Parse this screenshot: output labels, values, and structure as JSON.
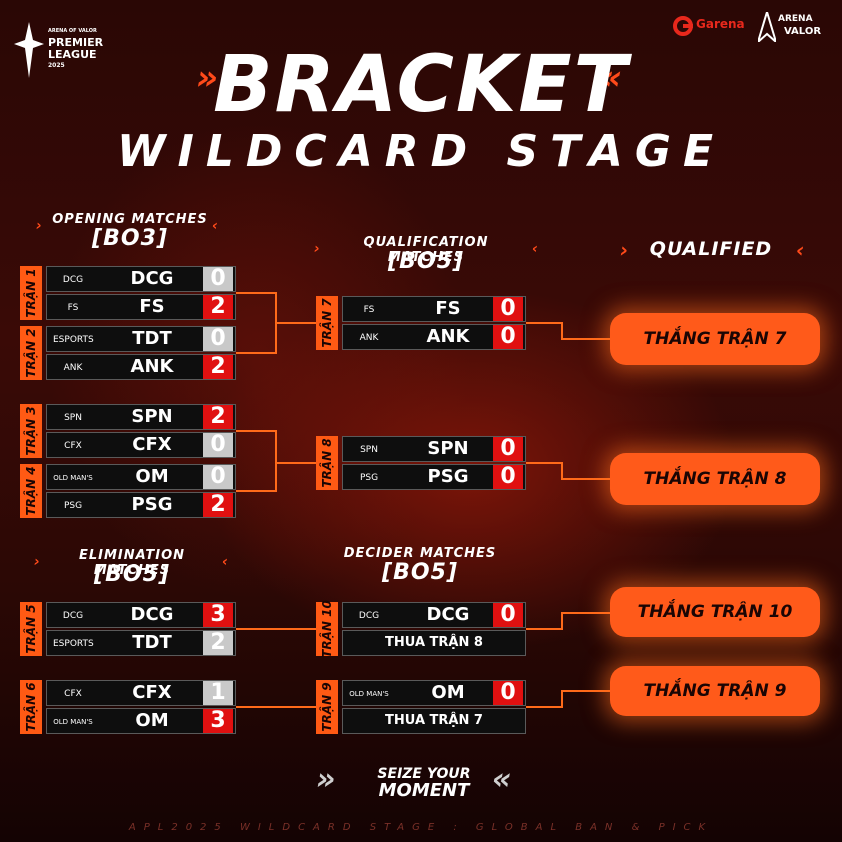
{
  "header": {
    "league_lines": [
      "ARENA OF VALOR",
      "PREMIER",
      "LEAGUE",
      "2025"
    ],
    "garena": "Garena",
    "aov_logo": [
      "ARENA",
      "VALOR"
    ],
    "title": "BRACKET",
    "subtitle": "WILDCARD STAGE"
  },
  "sections": {
    "opening": {
      "title": "OPENING MATCHES",
      "format": "[BO3]"
    },
    "qualification": {
      "title": "QUALIFICATION MATCHES",
      "format": "[BO5]"
    },
    "qualified": {
      "title": "QUALIFIED"
    },
    "elimination": {
      "title": "ELIMINATION MATCHES",
      "format": "[BO5]"
    },
    "decider": {
      "title": "DECIDER MATCHES",
      "format": "[BO5]"
    }
  },
  "matches": {
    "m1": {
      "label": "TRẬN 1",
      "teams": [
        {
          "name": "DCG",
          "logo": "DCG",
          "score": "0"
        },
        {
          "name": "FS",
          "logo": "FS",
          "score": "2"
        }
      ]
    },
    "m2": {
      "label": "TRẬN 2",
      "teams": [
        {
          "name": "TDT",
          "logo": "ESPORTS",
          "score": "0"
        },
        {
          "name": "ANK",
          "logo": "ANK",
          "score": "2"
        }
      ]
    },
    "m3": {
      "label": "TRẬN 3",
      "teams": [
        {
          "name": "SPN",
          "logo": "SPN",
          "score": "2"
        },
        {
          "name": "CFX",
          "logo": "CFX",
          "score": "0"
        }
      ]
    },
    "m4": {
      "label": "TRẬN 4",
      "teams": [
        {
          "name": "OM",
          "logo": "OLD MAN'S",
          "score": "0"
        },
        {
          "name": "PSG",
          "logo": "PSG",
          "score": "2"
        }
      ]
    },
    "m5": {
      "label": "TRẬN 5",
      "teams": [
        {
          "name": "DCG",
          "logo": "DCG",
          "score": "3"
        },
        {
          "name": "TDT",
          "logo": "ESPORTS",
          "score": "2"
        }
      ]
    },
    "m6": {
      "label": "TRẬN 6",
      "teams": [
        {
          "name": "CFX",
          "logo": "CFX",
          "score": "1"
        },
        {
          "name": "OM",
          "logo": "OLD MAN'S",
          "score": "3"
        }
      ]
    },
    "m7": {
      "label": "TRẬN 7",
      "teams": [
        {
          "name": "FS",
          "logo": "FS",
          "score": "0"
        },
        {
          "name": "ANK",
          "logo": "ANK",
          "score": "0"
        }
      ]
    },
    "m8": {
      "label": "TRẬN 8",
      "teams": [
        {
          "name": "SPN",
          "logo": "SPN",
          "score": "0"
        },
        {
          "name": "PSG",
          "logo": "PSG",
          "score": "0"
        }
      ]
    },
    "m10": {
      "label": "TRẬN 10",
      "team": {
        "name": "DCG",
        "logo": "DCG",
        "score": "0"
      },
      "placeholder": "THUA TRẬN 8"
    },
    "m9": {
      "label": "TRẬN 9",
      "team": {
        "name": "OM",
        "logo": "OLD MAN'S",
        "score": "0"
      },
      "placeholder": "THUA TRẬN 7"
    }
  },
  "qualified": [
    "THẮNG TRẬN 7",
    "THẮNG TRẬN 8",
    "THẮNG TRẬN 10",
    "THẮNG TRẬN 9"
  ],
  "footer": {
    "slogan_1": "SEIZE YOUR",
    "slogan_2": "MOMENT",
    "caption": "APL2025 WILDCARD STAGE : GLOBAL BAN & PICK"
  },
  "colors": {
    "accent": "#ff5a14",
    "win": "#e01010",
    "lose": "#c9c9c9",
    "bg": "#2a0705"
  }
}
